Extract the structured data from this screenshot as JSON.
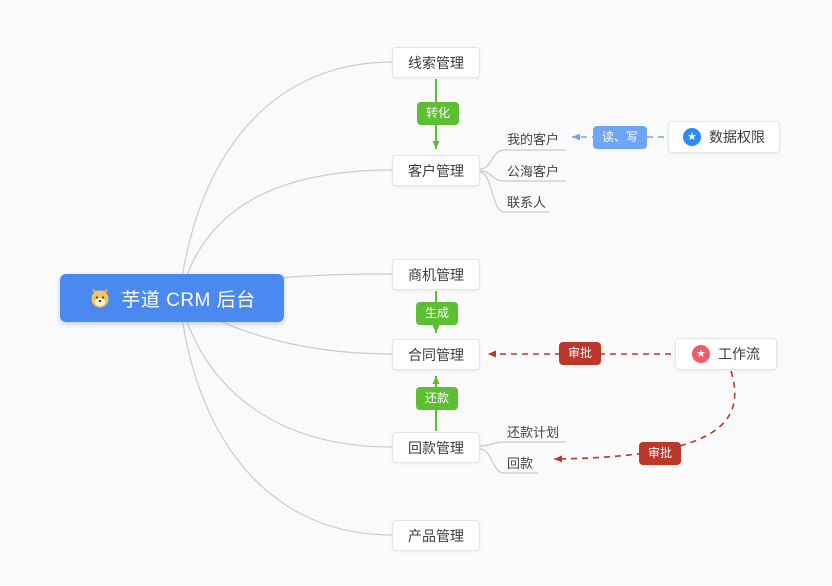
{
  "diagram": {
    "root": {
      "label": "芋道 CRM 后台"
    },
    "modules": [
      {
        "label": "线索管理"
      },
      {
        "label": "客户管理",
        "children": [
          "我的客户",
          "公海客户",
          "联系人"
        ]
      },
      {
        "label": "商机管理"
      },
      {
        "label": "合同管理"
      },
      {
        "label": "回款管理",
        "children": [
          "还款计划",
          "回款"
        ]
      },
      {
        "label": "产品管理"
      }
    ],
    "side_nodes": [
      {
        "label": "数据权限"
      },
      {
        "label": "工作流"
      }
    ],
    "badges": {
      "convert": "转化",
      "generate": "生成",
      "repay": "还款",
      "read_write": "读、写",
      "approve_contract": "审批",
      "approve_receivable": "审批"
    },
    "icons": {
      "star": "★"
    },
    "colors": {
      "background": "#FAFAFA",
      "root_bg": "#4A8AF0",
      "flow_green": "#5CBE33",
      "approve_red": "#BC372B",
      "readwrite_blue": "#6CA6F5",
      "permission_icon_blue": "#2E8BF0",
      "workflow_icon_red": "#EF5B69",
      "connector_gray": "#CBCBCB"
    }
  }
}
